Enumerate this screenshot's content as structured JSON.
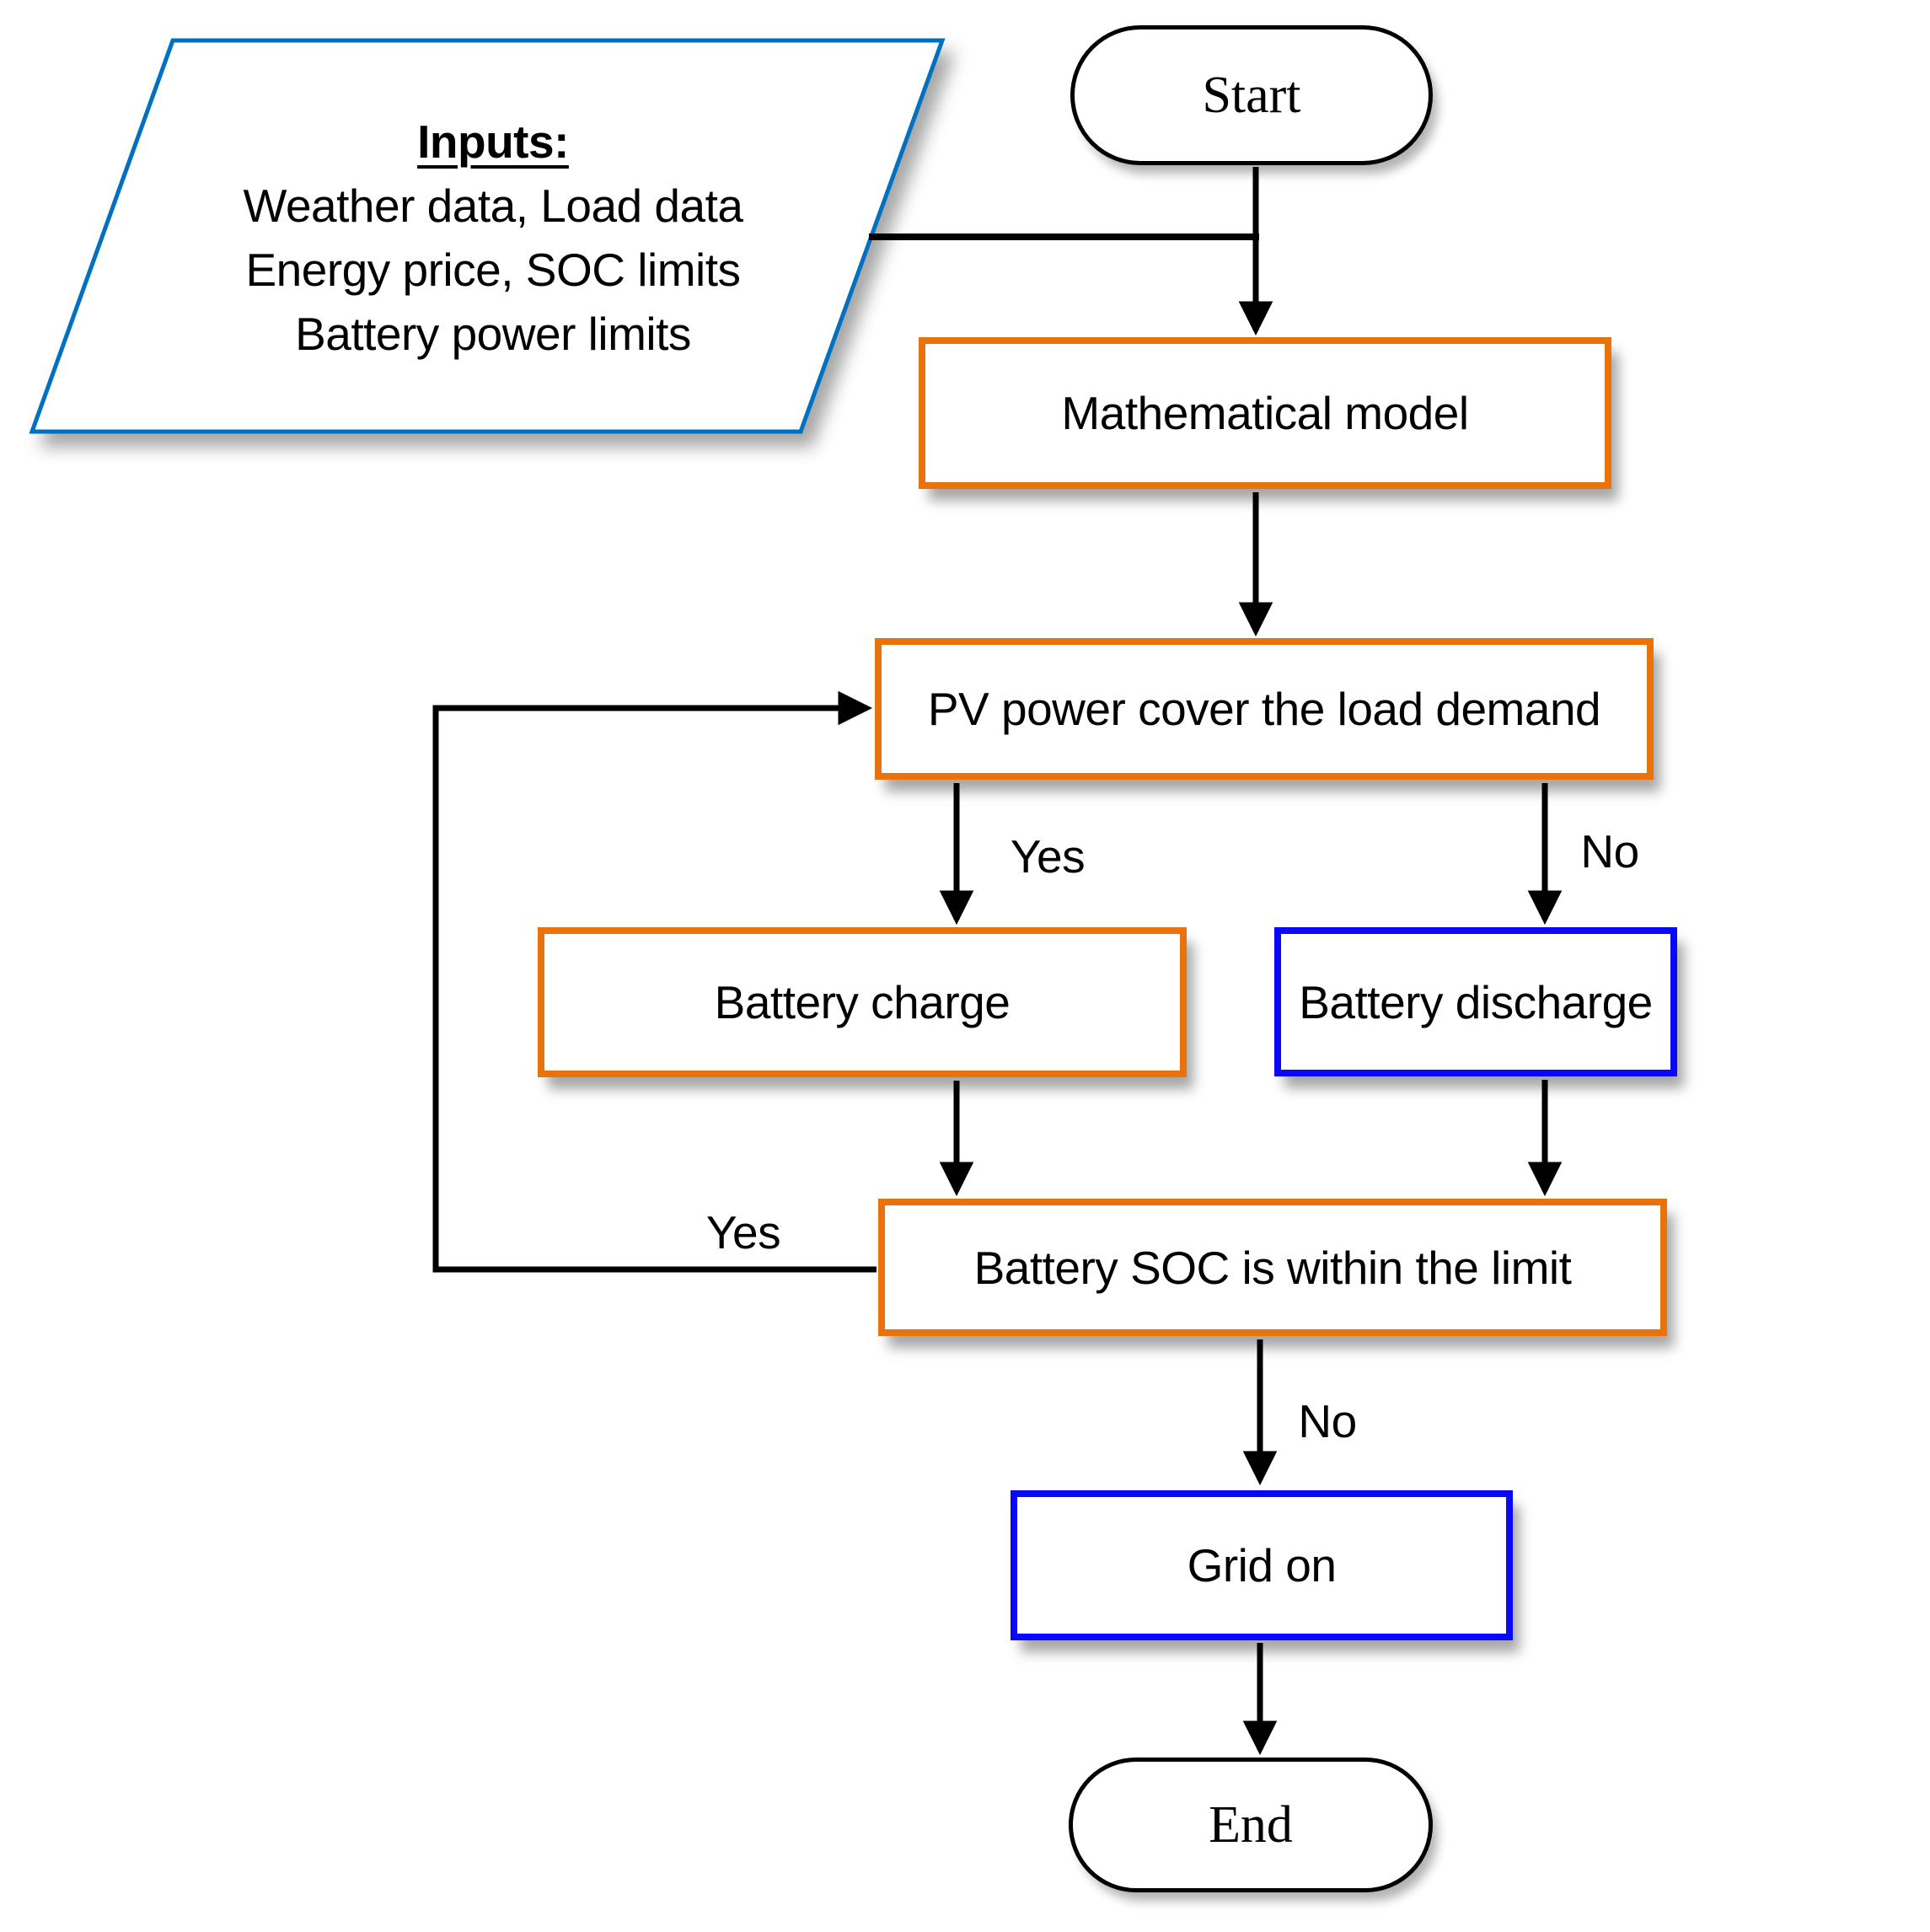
{
  "diagram": {
    "colors": {
      "process_border_orange": "#E8730D",
      "alt_border_blue": "#0909F7",
      "parallelogram_border_blue": "#0070C0",
      "terminator_border": "#000000",
      "connector": "#000000",
      "background": "#ffffff"
    },
    "inputs_parallelogram": {
      "heading": "Inputs:",
      "lines": [
        "Weather data, Load data",
        "Energy price, SOC limits",
        "Battery power limits"
      ]
    },
    "nodes": {
      "start": {
        "label": "Start"
      },
      "math_model": {
        "label": "Mathematical model"
      },
      "pv_cover": {
        "label": "PV power cover the load demand"
      },
      "battery_charge": {
        "label": "Battery charge"
      },
      "battery_discharge": {
        "label": "Battery discharge"
      },
      "battery_soc": {
        "label": "Battery SOC is within the limit"
      },
      "grid_on": {
        "label": "Grid on"
      },
      "end": {
        "label": "End"
      }
    },
    "edge_labels": {
      "pv_to_charge": "Yes",
      "pv_to_discharge": "No",
      "soc_loop_to_pv": "Yes",
      "soc_to_grid": "No"
    }
  }
}
